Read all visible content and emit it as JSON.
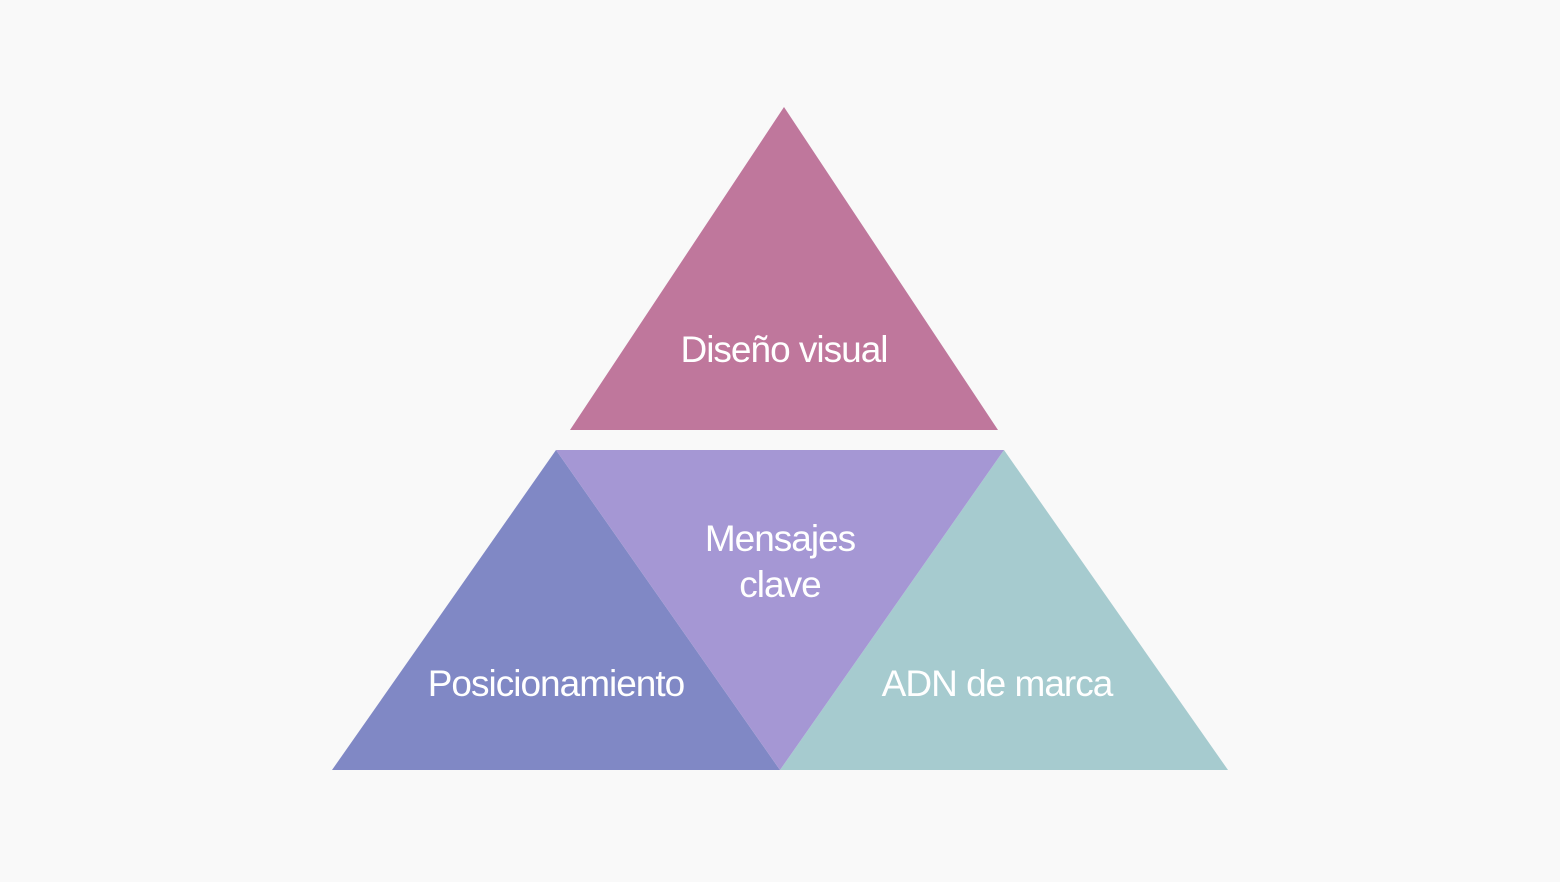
{
  "diagram": {
    "segments": {
      "top": {
        "label": "Diseño visual",
        "color": "#bf779c"
      },
      "left": {
        "label": "Posicionamiento",
        "color": "#8088c5"
      },
      "center": {
        "label_line1": "Mensajes",
        "label_line2": "clave",
        "color": "#a597d4"
      },
      "right": {
        "label": "ADN de marca",
        "color": "#a6cbcf"
      }
    }
  }
}
